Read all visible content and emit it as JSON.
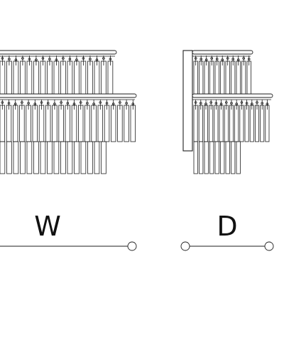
{
  "labels": {
    "width_label": "W",
    "depth_label": "D"
  },
  "colors": {
    "line": "#1e1e1e",
    "background": "#ffffff"
  },
  "views": [
    "front-view",
    "side-view"
  ]
}
